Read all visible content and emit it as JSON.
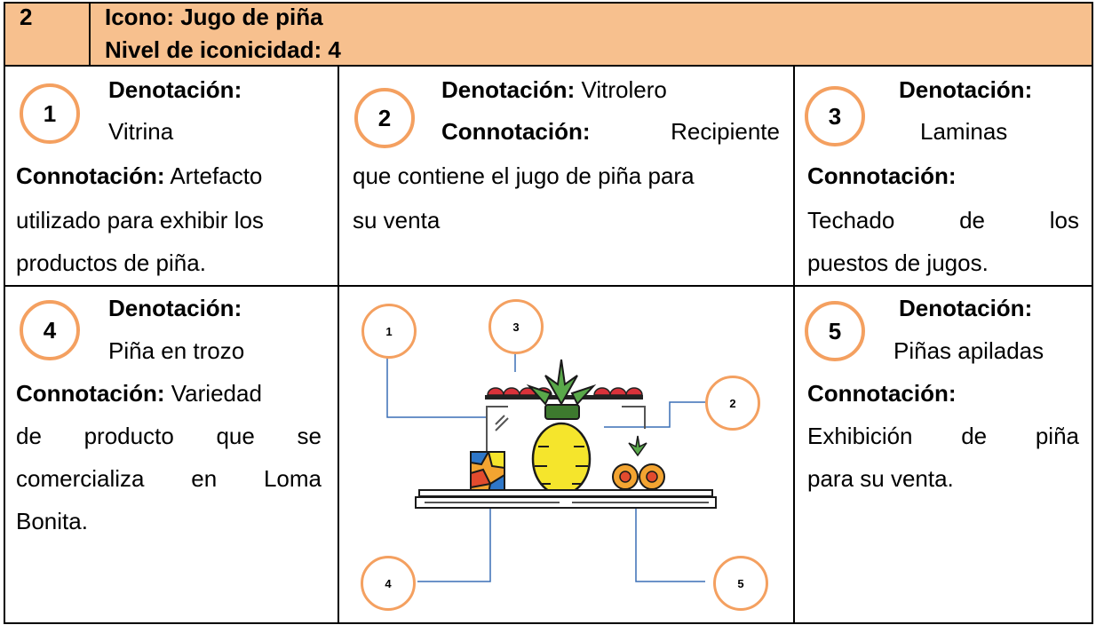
{
  "header": {
    "number": "2",
    "title": "Icono: Jugo de piña",
    "level": "Nivel de iconicidad: 4"
  },
  "cells": {
    "c1": {
      "badge": "1",
      "denotation_label": "Denotación:",
      "denotation_value": "Vitrina",
      "connotation_label": "Connotación:",
      "connotation_rest": "Artefacto",
      "lines": [
        "utilizado para exhibir los",
        "productos de piña."
      ]
    },
    "c2": {
      "badge": "2",
      "denotation_label": "Denotación:",
      "denotation_value": "Vitrolero",
      "connotation_label": "Connotación:",
      "connotation_rest": "Recipiente",
      "lines": [
        "que contiene el jugo de piña para",
        "su venta"
      ]
    },
    "c3": {
      "badge": "3",
      "denotation_label": "Denotación:",
      "denotation_value": "Laminas",
      "connotation_label": "Connotación:",
      "lines": [
        "Techado",
        "de",
        "los",
        "puestos de jugos."
      ]
    },
    "c4": {
      "badge": "4",
      "denotation_label": "Denotación:",
      "denotation_value": "Piña en trozo",
      "connotation_label": "Connotación:",
      "connotation_rest": "Variedad",
      "lines": [
        "de",
        "producto",
        "que",
        "se",
        "comercializa",
        "en",
        "Loma",
        "Bonita."
      ]
    },
    "c5": {
      "badge": "5",
      "denotation_label": "Denotación:",
      "denotation_value": "Piñas apiladas",
      "connotation_label": "Connotación:",
      "lines": [
        "Exhibición",
        "de",
        "piña",
        "para su venta."
      ]
    }
  },
  "figure_badges": [
    "1",
    "2",
    "3",
    "4",
    "5"
  ],
  "colors": {
    "header_bg": "#f7c08e",
    "badge_border": "#f4a060",
    "leader_line": "#3a6fb5"
  }
}
